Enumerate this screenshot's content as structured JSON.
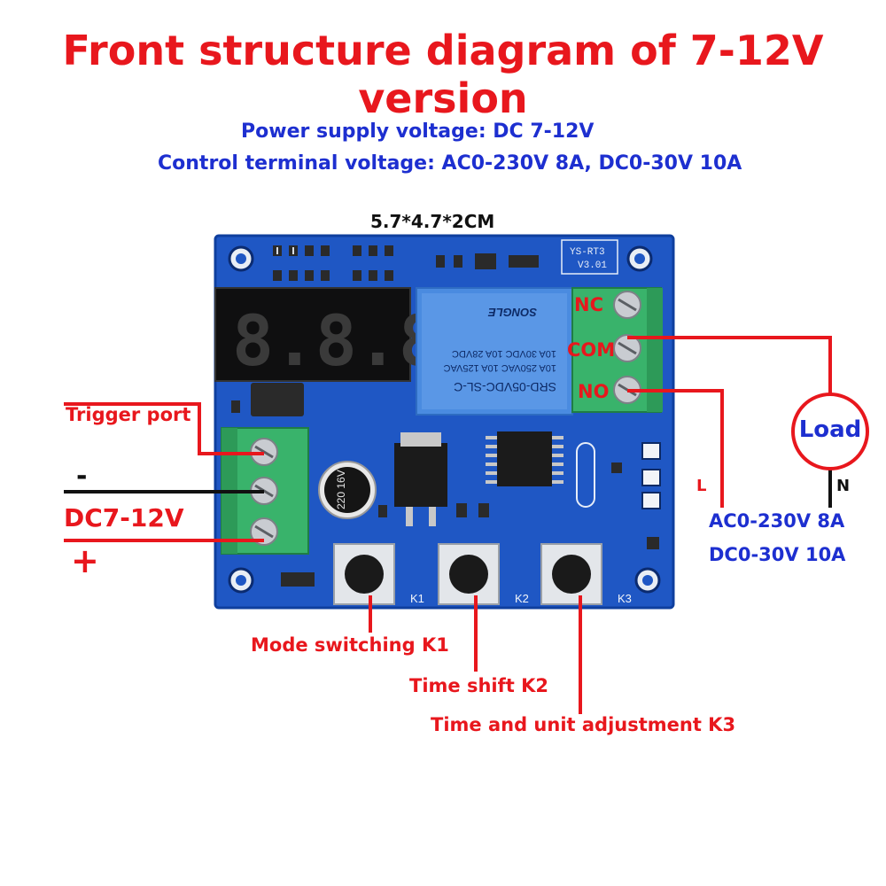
{
  "title": "Front structure diagram of 7-12V version",
  "specs": {
    "power": "Power supply voltage: DC 7-12V",
    "control": "Control terminal voltage: AC0-230V 8A, DC0-30V 10A"
  },
  "dimensions": "5.7*4.7*2CM",
  "board": {
    "model": "YS-RT3",
    "version": "V3.01",
    "display_text": "8.8.8",
    "relay_model": "SRD-05VDC-SL-C",
    "relay_lines": [
      "10A 250VAC  10A 125VAC",
      "10A 30VDC  10A 28VDC"
    ],
    "relay_brand": "SONGLE",
    "capacitor": "220 16V",
    "buttons": [
      "K1",
      "K2",
      "K3"
    ]
  },
  "terminals": {
    "nc": "NC",
    "com": "COM",
    "no": "NO"
  },
  "left_labels": {
    "trigger": "Trigger port",
    "minus": "-",
    "dc": "DC7-12V",
    "plus": "+"
  },
  "button_labels": {
    "k1": "Mode switching K1",
    "k2": "Time shift K2",
    "k3": "Time and unit adjustment K3"
  },
  "load": {
    "label": "Load",
    "l": "L",
    "n": "N",
    "ac": "AC0-230V 8A",
    "dc": "DC0-30V 10A"
  },
  "colors": {
    "red": "#e8171d",
    "blue": "#1d2fd0",
    "board": "#1f57c4"
  }
}
